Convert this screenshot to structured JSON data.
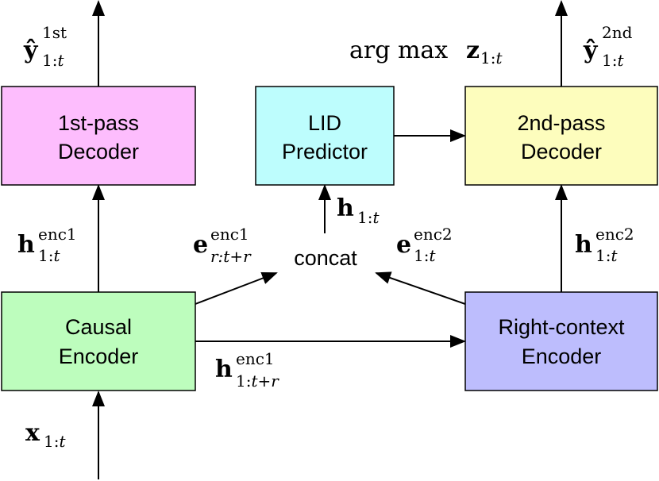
{
  "boxes": {
    "first_pass_decoder": {
      "line1": "1st-pass",
      "line2": "Decoder",
      "color": "#fdbdfd"
    },
    "lid_predictor": {
      "line1": "LID",
      "line2": "Predictor",
      "color": "#bdfdfd"
    },
    "second_pass_decoder": {
      "line1": "2nd-pass",
      "line2": "Decoder",
      "color": "#fdfdbd"
    },
    "causal_encoder": {
      "line1": "Causal",
      "line2": "Encoder",
      "color": "#bdfdbd"
    },
    "right_context_encoder": {
      "line1": "Right-context",
      "line2": "Encoder",
      "color": "#bdbdfd"
    }
  },
  "labels": {
    "concat": "concat",
    "y_hat_1st": {
      "base": "ŷ",
      "sub": "1:",
      "sub_var": "t",
      "sup": "1st"
    },
    "y_hat_2nd": {
      "base": "ŷ",
      "sub": "1:",
      "sub_var": "t",
      "sup": "2nd"
    },
    "argmax": {
      "op": "arg max",
      "base": "z",
      "sub": "1:",
      "sub_var": "t"
    },
    "h_enc1_left": {
      "base": "h",
      "sub": "1:",
      "sub_var": "t",
      "sup": "enc1"
    },
    "h_enc2_right": {
      "base": "h",
      "sub": "1:",
      "sub_var": "t",
      "sup": "enc2"
    },
    "h_lid": {
      "base": "h",
      "sub": "1:",
      "sub_var": "t"
    },
    "e_enc1": {
      "base": "e",
      "sub_var": "r:t+r",
      "sup": "enc1"
    },
    "e_enc2": {
      "base": "e",
      "sub": "1:",
      "sub_var": "t",
      "sup": "enc2"
    },
    "h_enc1_bottom": {
      "base": "h",
      "sub": "1:",
      "sub_var": "t+r",
      "sup": "enc1"
    },
    "x_input": {
      "base": "x",
      "sub": "1:",
      "sub_var": "t"
    }
  },
  "colors": {
    "line": "#000000",
    "border": "#000000"
  },
  "icons": {
    "arrowhead": "arrowhead-icon"
  }
}
